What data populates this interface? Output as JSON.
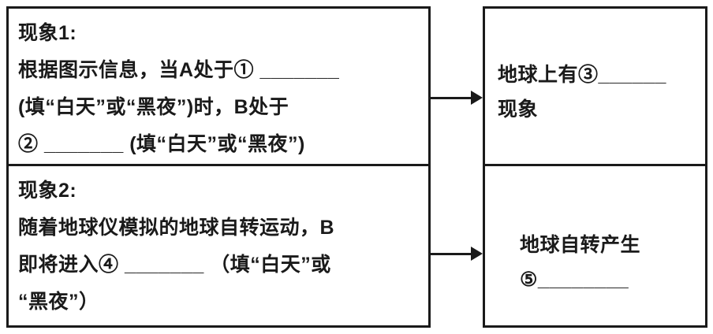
{
  "diagram": {
    "left_box": {
      "phenomenon1": {
        "lines": [
          "现象1:",
          "根据图示信息，当A处于① _______",
          "(填“白天”或“黑夜”)时，B处于",
          "② _______ (填“白天”或“黑夜”)"
        ]
      },
      "phenomenon2": {
        "lines": [
          "现象2:",
          "随着地球仪模拟的地球自转运动，B",
          "即将进入④ _______ （填“白天”或",
          "“黑夜”）"
        ]
      }
    },
    "right_box": {
      "result1": {
        "lines": [
          "地球上有③______",
          "现象"
        ]
      },
      "result2": {
        "lines": [
          "地球自转产生",
          "⑤________"
        ]
      }
    },
    "colors": {
      "ink": "#1a1a1a",
      "background": "#ffffff"
    }
  }
}
